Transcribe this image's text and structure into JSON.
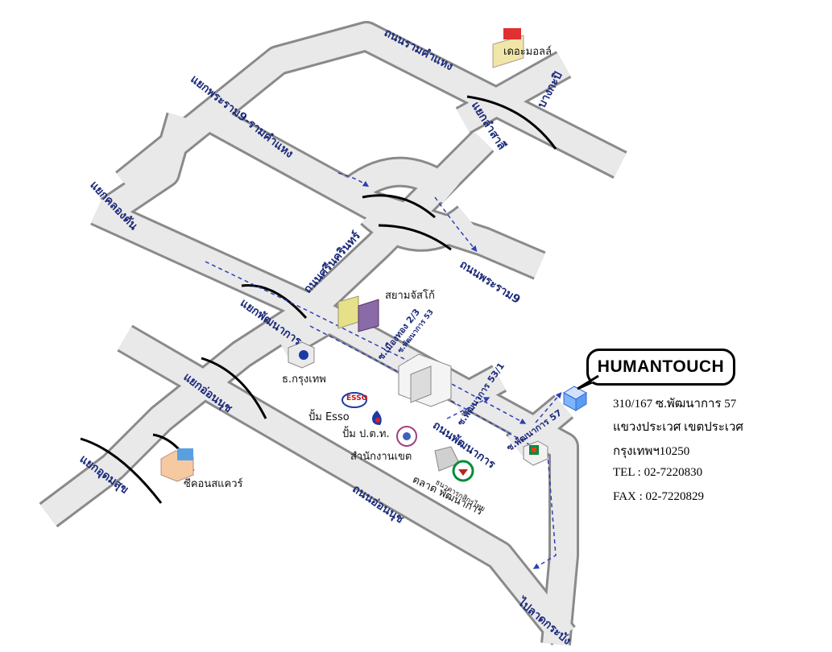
{
  "map": {
    "roads": {
      "ramkhamhaeng": "ถนนรามคำแหง",
      "bangkapi": "บางกะปิ",
      "lam_sali": "แยกลำสาลี",
      "rama9_ramkhamhaeng": "แยกพระราม9-รามคำแหง",
      "khlong_tan": "แยกคลองตัน",
      "srinakarin": "ถนนศรีนครินทร์",
      "rama9": "ถนนพระราม9",
      "pattanakarn_junction": "แยกพัฒนาการ",
      "on_nut_junction": "แยกอ่อนนุช",
      "udomsuk_junction": "แยกอุดมสุข",
      "on_nut_road": "ถนนอ่อนนุช",
      "pattanakarn_road": "ถนนพัฒนาการ",
      "to_lat_krabang": "ไปลาดกระบัง",
      "soi_mueang_thong": "ซ.เมืองทอง 2/3",
      "soi_pattanakarn_53_small": "ซ.พัฒนาการ 53",
      "soi_pattanakarn_53_1": "ซ.พัฒนาการ 53/1",
      "soi_pattanakarn_57": "ซ.พัฒนาการ 57"
    },
    "landmarks": {
      "mall": "เดอะมอลล์",
      "siam_jusco": "สยามจัสโก้",
      "bangkok_bank": "ธ.กรุงเทพ",
      "esso_station": "ปั้ม Esso",
      "ptt_station": "ปั้ม ป.ต.ท.",
      "district_office": "สำนักงานเขต",
      "kasikorn_bank": "ธนาคารกสิกรไทย",
      "pattanakarn_market": "ตลาด พัฒนาการ",
      "c_on_square": "ซีคอนสแควร์",
      "esso_logo": "ESSO"
    }
  },
  "company": {
    "name": "HUMANTOUCH",
    "address_line1": "310/167 ซ.พัฒนาการ 57",
    "address_line2": "แขวงประเวศ เขตประเวศ",
    "address_line3": "กรุงเทพฯ10250",
    "tel": "TEL :  02-7220830",
    "fax": "FAX : 02-7220829"
  },
  "colors": {
    "road_fill": "#e6e6e6",
    "road_edge": "#8a8a8a",
    "label": "#1b2a7a",
    "route_arrow": "#2c3fb5"
  }
}
